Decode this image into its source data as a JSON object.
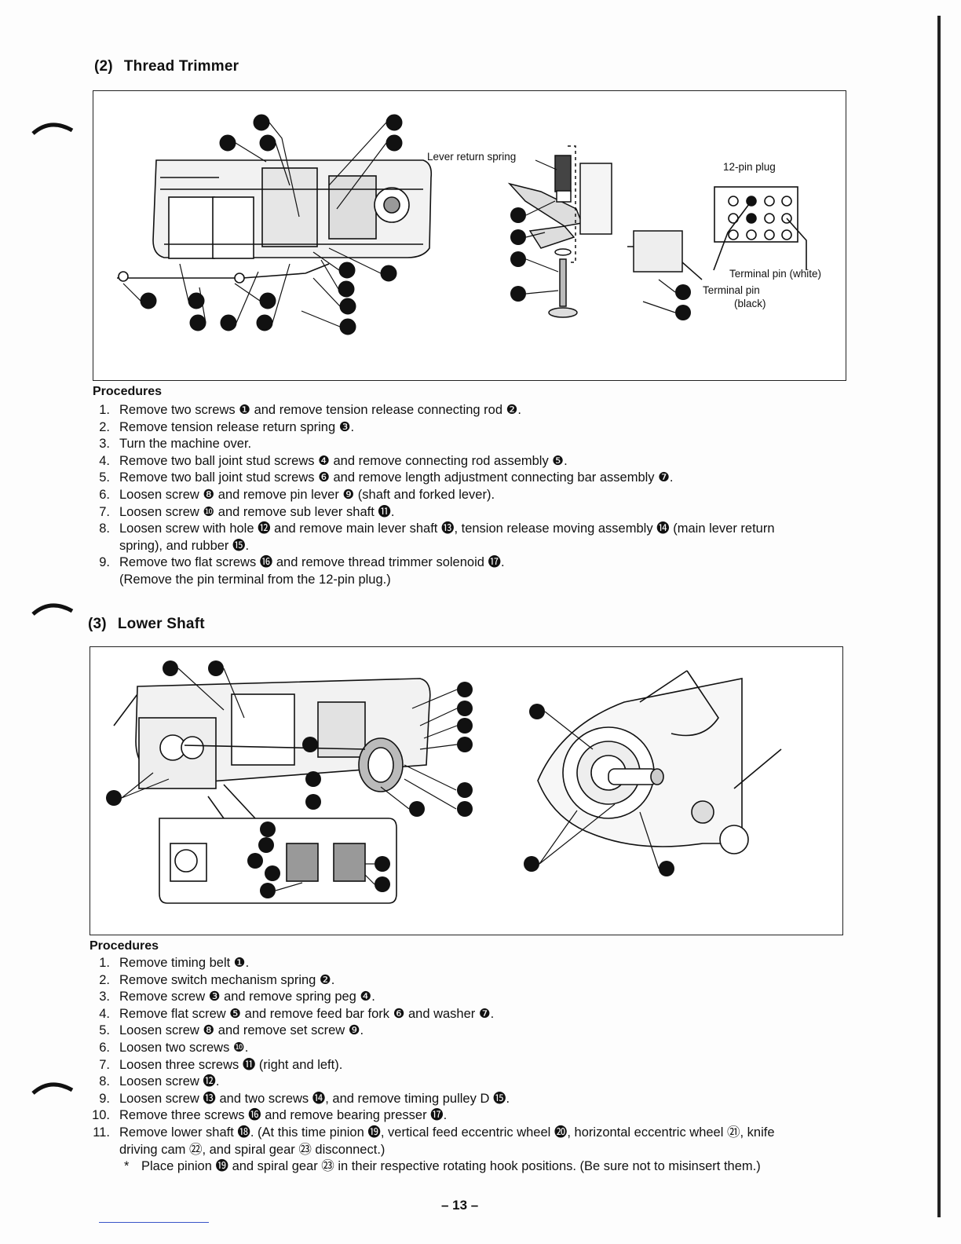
{
  "section2": {
    "num": "(2)",
    "title": "Thread Trimmer",
    "figure_labels": {
      "lever_return_spring": "Lever return spring",
      "twelve_pin_plug": "12-pin plug",
      "terminal_pin_white": "Terminal pin (white)",
      "terminal_pin_black_line1": "Terminal pin",
      "terminal_pin_black_line2": "(black)"
    },
    "procedures_heading": "Procedures",
    "procedures": [
      {
        "n": "1.",
        "text": "Remove two screws ❶ and remove tension release connecting rod ❷."
      },
      {
        "n": "2.",
        "text": "Remove tension release return spring ❸."
      },
      {
        "n": "3.",
        "text": "Turn the machine over."
      },
      {
        "n": "4.",
        "text": "Remove two ball joint stud screws ❹ and remove connecting rod assembly ❺."
      },
      {
        "n": "5.",
        "text": "Remove two ball joint stud screws ❻ and remove length adjustment connecting bar assembly ❼."
      },
      {
        "n": "6.",
        "text": "Loosen screw ❽ and remove pin lever ❾ (shaft and forked lever)."
      },
      {
        "n": "7.",
        "text": "Loosen screw ❿ and remove sub lever shaft ⓫."
      },
      {
        "n": "8.",
        "text": "Loosen screw with hole ⓬ and remove main lever shaft ⓭, tension release moving assembly ⓮ (main lever return"
      },
      {
        "n": "",
        "text": "spring), and rubber ⓯."
      },
      {
        "n": "9.",
        "text": "Remove two flat screws ⓰ and remove thread trimmer solenoid ⓱."
      },
      {
        "n": "",
        "text": "(Remove the pin terminal from the 12-pin plug.)"
      }
    ]
  },
  "section3": {
    "num": "(3)",
    "title": "Lower Shaft",
    "procedures_heading": "Procedures",
    "procedures": [
      {
        "n": "1.",
        "text": "Remove timing belt ❶."
      },
      {
        "n": "2.",
        "text": "Remove switch mechanism spring ❷."
      },
      {
        "n": "3.",
        "text": "Remove screw ❸ and remove spring peg ❹."
      },
      {
        "n": "4.",
        "text": "Remove flat screw ❺ and remove feed bar fork ❻ and washer ❼."
      },
      {
        "n": "5.",
        "text": "Loosen screw ❽ and remove set screw ❾."
      },
      {
        "n": "6.",
        "text": "Loosen two screws ❿."
      },
      {
        "n": "7.",
        "text": "Loosen three screws ⓫ (right and left)."
      },
      {
        "n": "8.",
        "text": "Loosen screw ⓬."
      },
      {
        "n": "9.",
        "text": "Loosen screw ⓭ and two screws ⓮, and remove timing pulley D ⓯."
      },
      {
        "n": "10.",
        "text": "Remove three screws ⓰ and remove bearing presser ⓱."
      },
      {
        "n": "11.",
        "text": "Remove lower shaft ⓲. (At this time pinion ⓳, vertical feed eccentric wheel ⓴, horizontal eccentric wheel ㉑, knife"
      },
      {
        "n": "",
        "text": "driving cam ㉒, and spiral gear ㉓ disconnect.)"
      }
    ],
    "note_star": "*",
    "note": "Place pinion ⓳ and spiral gear ㉓ in their respective rotating hook positions. (Be sure not to misinsert them.)"
  },
  "page_number": "– 13 –"
}
